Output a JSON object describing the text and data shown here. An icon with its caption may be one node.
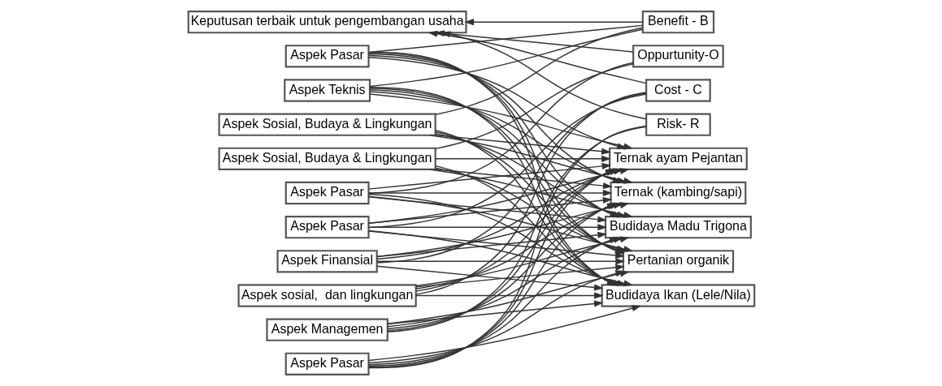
{
  "diagram": {
    "nodes": [
      {
        "text": [
          "Keputusan terbaik untuk pengembangan usaha"
        ]
      },
      {
        "text": [
          "Benefit - B"
        ]
      },
      {
        "text": [
          "Oppurtunity-O"
        ]
      },
      {
        "text": [
          "Cost - C"
        ]
      },
      {
        "text": [
          "Risk- R"
        ]
      },
      {
        "text": [
          "Aspek Pasar"
        ]
      },
      {
        "text": [
          "Aspek Teknis"
        ]
      },
      {
        "text": [
          "Aspek Sosial, Budaya & Lingkungan"
        ]
      },
      {
        "text": [
          "Aspek Pasar"
        ]
      },
      {
        "text": [
          "Aspek Sosial, Budaya & Lingkungan"
        ]
      },
      {
        "text": [
          "Aspek Pasar"
        ]
      },
      {
        "text": [
          "Aspek Finansial"
        ]
      },
      {
        "text": [
          "Aspek sosial,  dan lingkungan"
        ]
      },
      {
        "text": [
          "Aspek Pasar"
        ]
      },
      {
        "text": [
          "Aspek Managemen"
        ]
      },
      {
        "text": [
          "Ternak ayam Pejantan"
        ]
      },
      {
        "text": [
          "Ternak (kambing/sapi)"
        ]
      },
      {
        "text": [
          "Budidaya Madu Trigona"
        ]
      },
      {
        "text": [
          "Pertanian organik"
        ]
      },
      {
        "text": [
          "Budidaya Ikan (Lele/Nila)"
        ]
      }
    ],
    "edges": [
      {
        "from": 1,
        "to": 0,
        "arrow": "to"
      },
      {
        "from": 2,
        "to": 0,
        "arrow": "to"
      },
      {
        "from": 3,
        "to": 0,
        "arrow": "to"
      },
      {
        "from": 4,
        "to": 0,
        "arrow": "to"
      },
      {
        "from": 1,
        "to": 5,
        "arrow": "none"
      },
      {
        "from": 1,
        "to": 6,
        "arrow": "none"
      },
      {
        "from": 1,
        "to": 7,
        "arrow": "none"
      },
      {
        "from": 2,
        "to": 8,
        "arrow": "none"
      },
      {
        "from": 2,
        "to": 9,
        "arrow": "none"
      },
      {
        "from": 3,
        "to": 10,
        "arrow": "none"
      },
      {
        "from": 3,
        "to": 11,
        "arrow": "none"
      },
      {
        "from": 3,
        "to": 12,
        "arrow": "none"
      },
      {
        "from": 4,
        "to": 13,
        "arrow": "none"
      },
      {
        "from": 4,
        "to": 14,
        "arrow": "none"
      },
      {
        "from": 5,
        "to": 15,
        "arrow": "to"
      },
      {
        "from": 5,
        "to": 16,
        "arrow": "to"
      },
      {
        "from": 5,
        "to": 17,
        "arrow": "to"
      },
      {
        "from": 5,
        "to": 18,
        "arrow": "to"
      },
      {
        "from": 5,
        "to": 19,
        "arrow": "to"
      },
      {
        "from": 6,
        "to": 15,
        "arrow": "to"
      },
      {
        "from": 6,
        "to": 16,
        "arrow": "to"
      },
      {
        "from": 6,
        "to": 17,
        "arrow": "to"
      },
      {
        "from": 6,
        "to": 18,
        "arrow": "to"
      },
      {
        "from": 6,
        "to": 19,
        "arrow": "to"
      },
      {
        "from": 7,
        "to": 15,
        "arrow": "to"
      },
      {
        "from": 7,
        "to": 16,
        "arrow": "to"
      },
      {
        "from": 7,
        "to": 17,
        "arrow": "to"
      },
      {
        "from": 7,
        "to": 18,
        "arrow": "to"
      },
      {
        "from": 7,
        "to": 19,
        "arrow": "to"
      },
      {
        "from": 8,
        "to": 15,
        "arrow": "to"
      },
      {
        "from": 8,
        "to": 16,
        "arrow": "to"
      },
      {
        "from": 8,
        "to": 17,
        "arrow": "to"
      },
      {
        "from": 8,
        "to": 18,
        "arrow": "to"
      },
      {
        "from": 8,
        "to": 19,
        "arrow": "to"
      },
      {
        "from": 9,
        "to": 15,
        "arrow": "to"
      },
      {
        "from": 9,
        "to": 16,
        "arrow": "to"
      },
      {
        "from": 9,
        "to": 17,
        "arrow": "to"
      },
      {
        "from": 9,
        "to": 18,
        "arrow": "to"
      },
      {
        "from": 9,
        "to": 19,
        "arrow": "to"
      },
      {
        "from": 10,
        "to": 15,
        "arrow": "to"
      },
      {
        "from": 10,
        "to": 16,
        "arrow": "to"
      },
      {
        "from": 10,
        "to": 17,
        "arrow": "to"
      },
      {
        "from": 10,
        "to": 18,
        "arrow": "to"
      },
      {
        "from": 10,
        "to": 19,
        "arrow": "to"
      },
      {
        "from": 11,
        "to": 15,
        "arrow": "to"
      },
      {
        "from": 11,
        "to": 16,
        "arrow": "to"
      },
      {
        "from": 11,
        "to": 17,
        "arrow": "to"
      },
      {
        "from": 11,
        "to": 18,
        "arrow": "to"
      },
      {
        "from": 11,
        "to": 19,
        "arrow": "to"
      },
      {
        "from": 12,
        "to": 15,
        "arrow": "to"
      },
      {
        "from": 12,
        "to": 16,
        "arrow": "to"
      },
      {
        "from": 12,
        "to": 17,
        "arrow": "to"
      },
      {
        "from": 12,
        "to": 18,
        "arrow": "to"
      },
      {
        "from": 12,
        "to": 19,
        "arrow": "to"
      },
      {
        "from": 13,
        "to": 15,
        "arrow": "to"
      },
      {
        "from": 13,
        "to": 16,
        "arrow": "to"
      },
      {
        "from": 13,
        "to": 17,
        "arrow": "to"
      },
      {
        "from": 13,
        "to": 18,
        "arrow": "to"
      },
      {
        "from": 13,
        "to": 19,
        "arrow": "to"
      },
      {
        "from": 14,
        "to": 15,
        "arrow": "to"
      },
      {
        "from": 14,
        "to": 16,
        "arrow": "to"
      },
      {
        "from": 14,
        "to": 17,
        "arrow": "to"
      },
      {
        "from": 14,
        "to": 18,
        "arrow": "to"
      },
      {
        "from": 14,
        "to": 19,
        "arrow": "to"
      }
    ]
  }
}
